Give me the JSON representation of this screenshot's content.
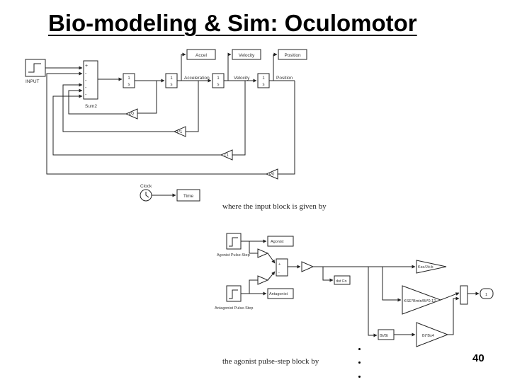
{
  "title": "Bio-modeling & Sim: Oculomotor",
  "page_number": "40",
  "captions": {
    "input_block": "where the input block is given by",
    "agonist_block": "the agonist pulse-step block by"
  },
  "top_model": {
    "input_label": "INPUT",
    "sum_label": "Sum2",
    "sum_signs": [
      "+",
      "-",
      "-",
      "-",
      "-"
    ],
    "integrator_num": "1",
    "integrator_den": "s",
    "acceleration_label": "Acceleration",
    "velocity_label": "Velocity",
    "position_label": "Position",
    "scope_accel": "Accel",
    "scope_velocity": "Velocity",
    "scope_position": "Position",
    "gain_p2": "P2",
    "gain_p1": "P1",
    "gain_t1": "T1",
    "gain_p0": "P0",
    "clock_label": "Clock",
    "time_label": "Time"
  },
  "input_model": {
    "agonist_label": "Agonist Pulse-Step",
    "antagonist_label": "Antagonist Pulse-Step",
    "agonist_scope": "Agonist",
    "antagonist_scope": "Antagonist",
    "sum_signs": [
      "+",
      "-"
    ],
    "gain_top": "Kse/Jt+b",
    "velocity_small": "dot Fn",
    "gain_mid": "KSE*Bmin/Bt*0.12",
    "gain_bot": "Bt*Bs4",
    "const_label": "Bt/Bt",
    "out_port": "1"
  }
}
